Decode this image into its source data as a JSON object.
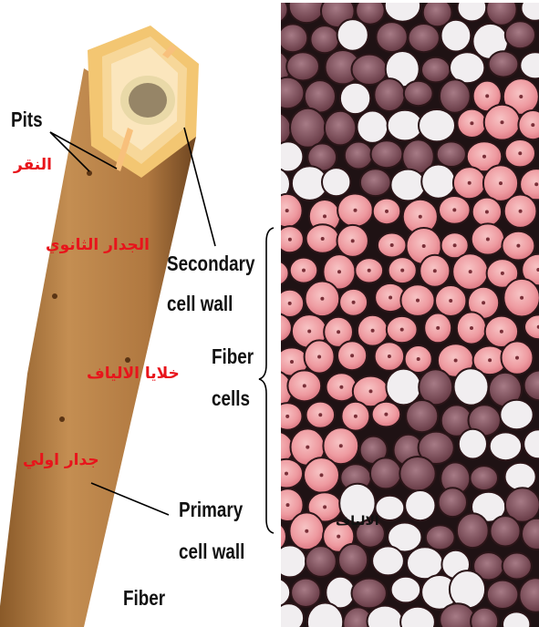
{
  "labels": {
    "pits_en": "Pits",
    "pits_ar": "النقر",
    "secondary_en_1": "Secondary",
    "secondary_en_2": "cell wall",
    "secondary_ar": "الجدار الثانوي",
    "fiber_cells_en_1": "Fiber",
    "fiber_cells_en_2": "cells",
    "fiber_cells_ar": "خلايا الالياف",
    "primary_en_1": "Primary",
    "primary_en_2": "cell wall",
    "primary_ar": "جدار اولي",
    "fiber_en": "Fiber",
    "micro_ar": "الالياف"
  },
  "colors": {
    "fiber_brown": "#b17a40",
    "secondary_wall": "#f6d38e",
    "primary_wall": "#fbe8c4",
    "lumen": "#9c8f6f",
    "arabic_red": "#e8141b",
    "cell_pink": "#ef9aa1"
  }
}
